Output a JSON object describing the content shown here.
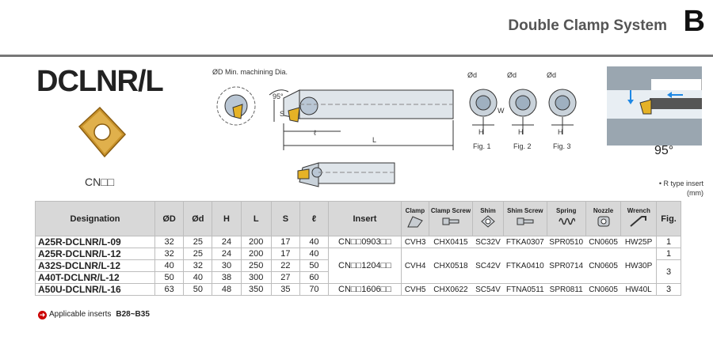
{
  "header": {
    "title": "Double Clamp System",
    "section": "B"
  },
  "model": {
    "title": "DCLNR/L",
    "insert_code": "CN□□"
  },
  "drawings": {
    "min_dia_label": "ØD Min. machining Dia.",
    "angle_label": "95°",
    "dim_s": "S",
    "dim_l_small": "ℓ",
    "dim_l": "L",
    "dim_od": "Ød",
    "dim_w": "W",
    "dim_h": "H",
    "figs": [
      "Fig. 1",
      "Fig. 2",
      "Fig. 3"
    ],
    "angle_big": "95°",
    "r_type_note": "• R type insert",
    "unit_note": "(mm)"
  },
  "table": {
    "headers": {
      "designation": "Designation",
      "OD": "ØD",
      "Od": "Ød",
      "H": "H",
      "L": "L",
      "S": "S",
      "l": "ℓ",
      "insert": "Insert",
      "fig": "Fig."
    },
    "parts_headers": [
      "Clamp",
      "Clamp Screw",
      "Shim",
      "Shim Screw",
      "Spring",
      "Nozzle",
      "Wrench"
    ],
    "rows": [
      {
        "designation": "A25R-DCLNR/L-09",
        "OD": "32",
        "Od": "25",
        "H": "24",
        "L": "200",
        "S": "17",
        "l": "40"
      },
      {
        "designation": "A25R-DCLNR/L-12",
        "OD": "32",
        "Od": "25",
        "H": "24",
        "L": "200",
        "S": "17",
        "l": "40"
      },
      {
        "designation": "A32S-DCLNR/L-12",
        "OD": "40",
        "Od": "32",
        "H": "30",
        "L": "250",
        "S": "22",
        "l": "50"
      },
      {
        "designation": "A40T-DCLNR/L-12",
        "OD": "50",
        "Od": "40",
        "H": "38",
        "L": "300",
        "S": "27",
        "l": "60"
      },
      {
        "designation": "A50U-DCLNR/L-16",
        "OD": "63",
        "Od": "50",
        "H": "48",
        "L": "350",
        "S": "35",
        "l": "70"
      }
    ],
    "inserts": [
      "CN□□0903□□",
      "CN□□1204□□",
      "CN□□1606□□"
    ],
    "parts": [
      [
        "CVH3",
        "CHX0415",
        "SC32V",
        "FTKA0307",
        "SPR0510",
        "CN0605",
        "HW25P"
      ],
      [
        "CVH4",
        "CHX0518",
        "SC42V",
        "FTKA0410",
        "SPR0714",
        "CN0605",
        "HW30P"
      ],
      [
        "CVH5",
        "CHX0622",
        "SC54V",
        "FTNA0511",
        "SPR0811",
        "CN0605",
        "HW40L"
      ]
    ],
    "figs": [
      "1",
      "1",
      "3",
      "3"
    ]
  },
  "footer": {
    "text": "Applicable inserts",
    "range": "B28~B35"
  },
  "colors": {
    "insert_gold": "#c8922a",
    "header_gray": "#d8d8d8",
    "ref_red": "#cc0000"
  }
}
